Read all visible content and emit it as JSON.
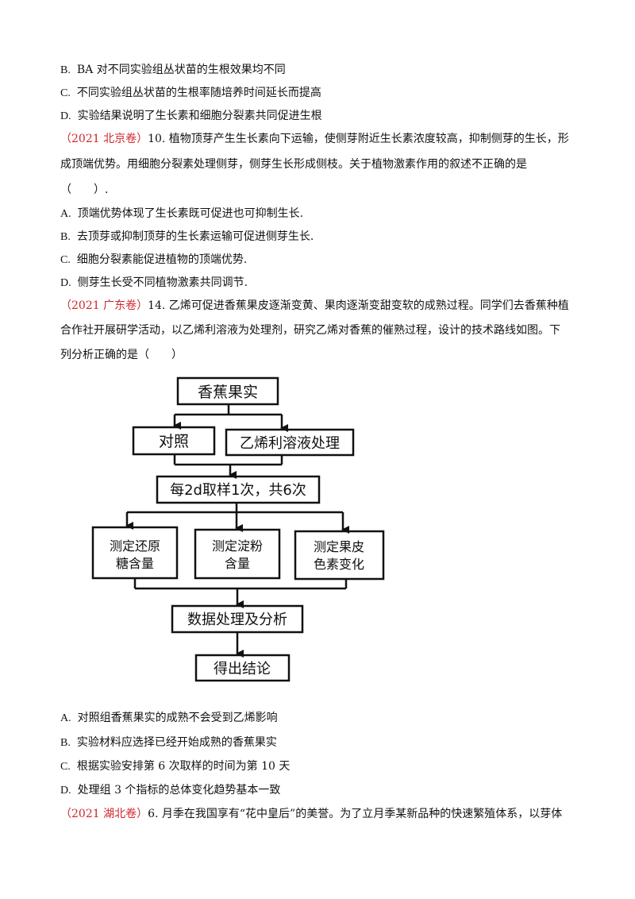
{
  "q_prev": {
    "options": [
      {
        "letter": "B.",
        "text": "BA 对不同实验组丛状苗的生根效果均不同"
      },
      {
        "letter": "C.",
        "text": "不同实验组丛状苗的生根率随培养时间延长而提高"
      },
      {
        "letter": "D.",
        "text": "实验结果说明了生长素和细胞分裂素共同促进生根"
      }
    ]
  },
  "q10": {
    "source": "（2021 北京卷）",
    "stem_line1": "10. 植物顶芽产生生长素向下运输，使侧芽附近生长素浓度较高，抑制侧芽的生长，形",
    "stem_line2": "成顶端优势。用细胞分裂素处理侧芽，侧芽生长形成侧枝。关于植物激素作用的叙述不正确的是",
    "stem_line3": "（　　）.",
    "options": [
      {
        "letter": "A.",
        "text": "顶端优势体现了生长素既可促进也可抑制生长."
      },
      {
        "letter": "B.",
        "text": "去顶芽或抑制顶芽的生长素运输可促进侧芽生长."
      },
      {
        "letter": "C.",
        "text": "细胞分裂素能促进植物的顶端优势."
      },
      {
        "letter": "D.",
        "text": "侧芽生长受不同植物激素共同调节."
      }
    ]
  },
  "q14": {
    "source": "（2021 广东卷）",
    "stem_line1": "14. 乙烯可促进香蕉果皮逐渐变黄、果肉逐渐变甜变软的成熟过程。同学们去香蕉种植",
    "stem_line2": "合作社开展研学活动，以乙烯利溶液为处理剂，研究乙烯对香蕉的催熟过程，设计的技术路线如图。下",
    "stem_line3": "列分析正确的是（　　）",
    "flowchart": {
      "start": "香蕉果实",
      "control": "对照",
      "treatment": "乙烯利溶液处理",
      "sampling": "每2d取样1次，共6次",
      "measure1_l1": "测定还原",
      "measure1_l2": "糖含量",
      "measure2_l1": "测定淀粉",
      "measure2_l2": "含量",
      "measure3_l1": "测定果皮",
      "measure3_l2": "色素变化",
      "analysis": "数据处理及分析",
      "conclusion": "得出结论"
    },
    "options": [
      {
        "letter": "A.",
        "text": "对照组香蕉果实的成熟不会受到乙烯影响"
      },
      {
        "letter": "B.",
        "text": "实验材料应选择已经开始成熟的香蕉果实"
      },
      {
        "letter": "C.",
        "text": "根据实验安排第 6 次取样的时间为第 10 天"
      },
      {
        "letter": "D.",
        "text": "处理组 3 个指标的总体变化趋势基本一致"
      }
    ]
  },
  "q6": {
    "source": "（2021 湖北卷）",
    "stem_line1": "6. 月季在我国享有“花中皇后”的美誉。为了立月季某新品种的快速繁殖体系，以芽体"
  }
}
